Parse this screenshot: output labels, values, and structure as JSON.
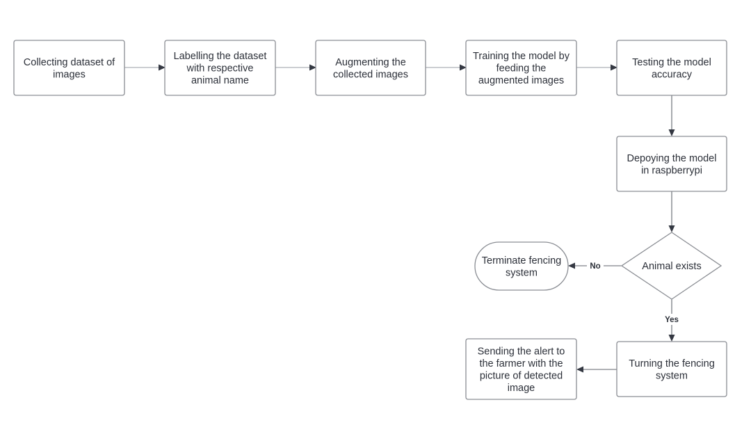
{
  "nodes": {
    "collect": [
      "Collecting dataset of",
      "images"
    ],
    "label": [
      "Labelling the dataset",
      "with respective",
      "animal name"
    ],
    "augment": [
      "Augmenting the",
      "collected images"
    ],
    "train": [
      "Training the model by",
      "feeding the",
      "augmented images"
    ],
    "test": [
      "Testing the model",
      "accuracy"
    ],
    "deploy": [
      "Depoying the model",
      "in raspberrypi"
    ],
    "decision": [
      "Animal exists"
    ],
    "terminate": [
      "Terminate fencing",
      "system"
    ],
    "turn": [
      "Turning the fencing",
      "system"
    ],
    "alert": [
      "Sending the alert to",
      "the farmer with the",
      "picture of detected",
      "image"
    ]
  },
  "edges": {
    "no_label": "No",
    "yes_label": "Yes"
  },
  "colors": {
    "node_border": "#8a8d93",
    "arrow": "#343842",
    "text": "#2b2f38",
    "background": "#ffffff"
  }
}
